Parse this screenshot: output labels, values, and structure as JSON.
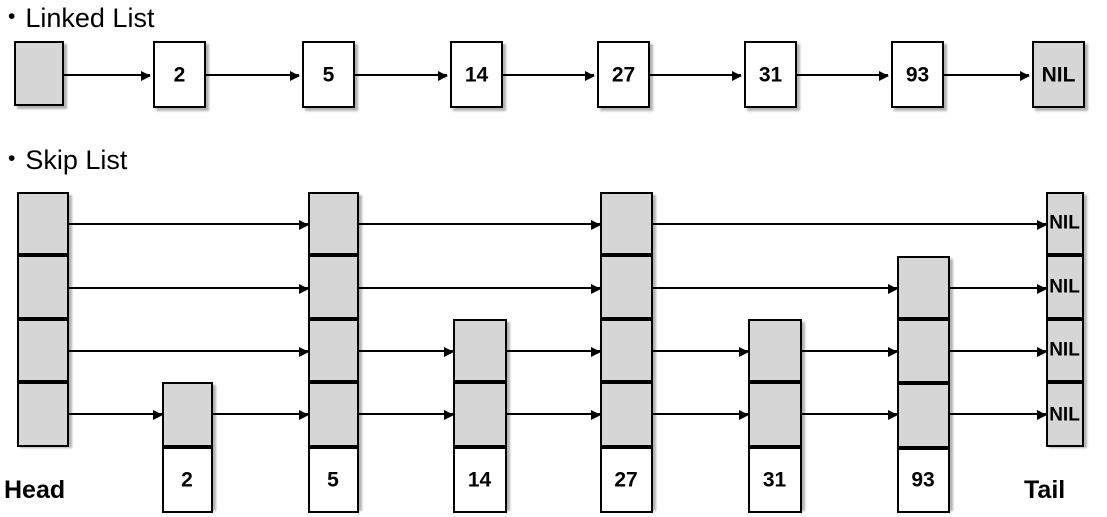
{
  "slide": {
    "sections": [
      {
        "bullet": "•",
        "title": "Linked List"
      },
      {
        "bullet": "•",
        "title": "Skip List"
      }
    ]
  },
  "colors": {
    "node_fill": "#ffffff",
    "pointer_fill": "#d6d6d6",
    "stroke": "#000000",
    "background": "#ffffff"
  },
  "linked_list": {
    "head_label": "",
    "nodes": [
      {
        "value": "2"
      },
      {
        "value": "5"
      },
      {
        "value": "14"
      },
      {
        "value": "27"
      },
      {
        "value": "31"
      },
      {
        "value": "93"
      }
    ],
    "terminator": {
      "value": "NIL"
    }
  },
  "skip_list": {
    "head_label": "Head",
    "tail_label": "Tail",
    "levels": 4,
    "head_cells": [
      "",
      "",
      "",
      ""
    ],
    "tail_cells": [
      "NIL",
      "NIL",
      "NIL",
      "NIL"
    ],
    "nodes": [
      {
        "value": "2",
        "height": 1
      },
      {
        "value": "5",
        "height": 4
      },
      {
        "value": "14",
        "height": 2
      },
      {
        "value": "27",
        "height": 4
      },
      {
        "value": "31",
        "height": 2
      },
      {
        "value": "93",
        "height": 3
      }
    ]
  }
}
